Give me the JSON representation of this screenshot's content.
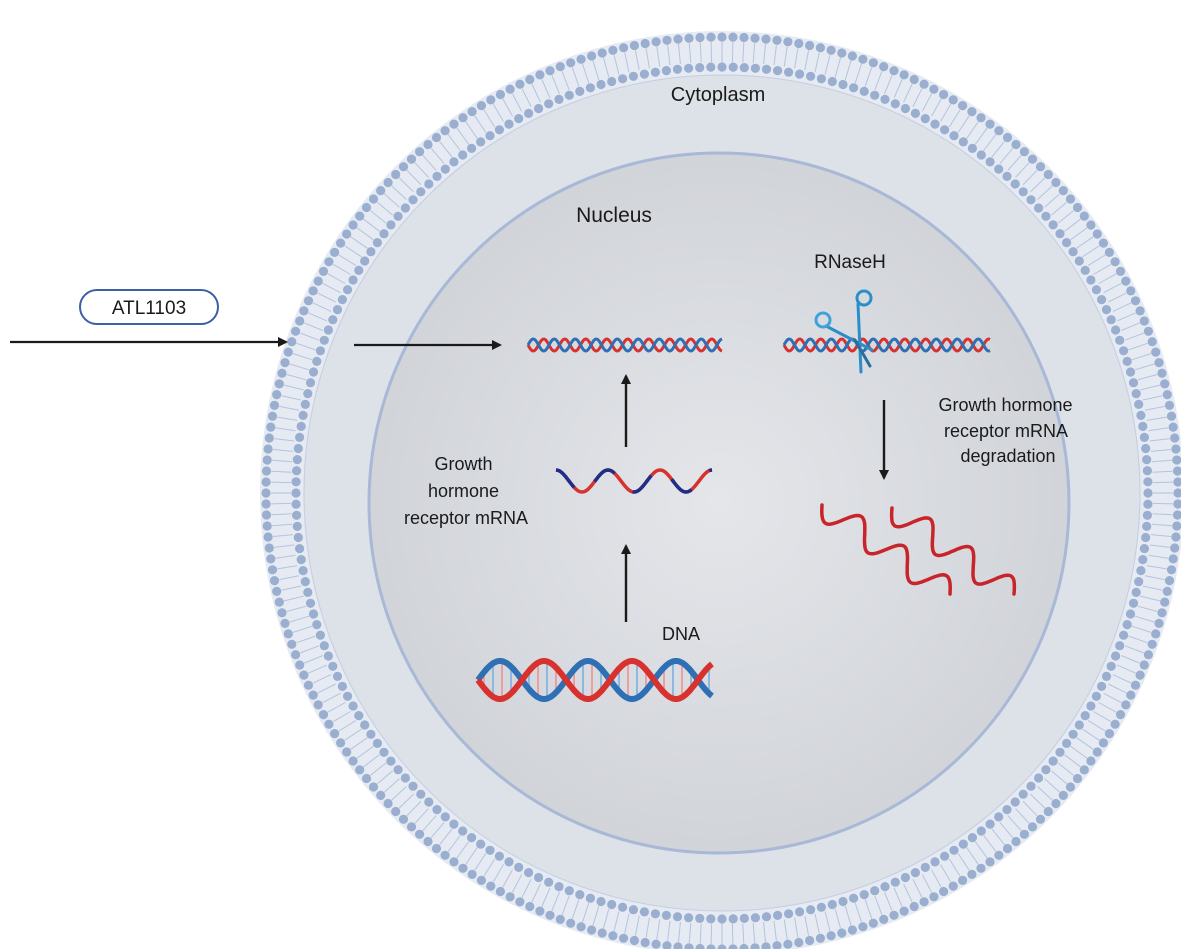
{
  "labels": {
    "cytoplasm": "Cytoplasm",
    "nucleus": "Nucleus",
    "drug": "ATL1103",
    "enzyme": "RNaseH",
    "mrna": [
      "Growth",
      "hormone",
      "receptor mRNA"
    ],
    "degradation": [
      "Growth hormone",
      "receptor mRNA",
      "degradation"
    ],
    "dna": "DNA"
  },
  "colors": {
    "membrane_dot": "#9aaed0",
    "membrane_fill": "#e2e7f1",
    "cytoplasm_fill": "#dde1e8",
    "nucleus_fill": "#d4d6da",
    "nucleus_border": "#a8b8d6",
    "strand_red": "#d8322f",
    "strand_blue": "#2f6fb3",
    "strand_navy": "#1e2f8a",
    "degraded_red": "#c8242a",
    "scissors": "#3ea3d8",
    "arrow": "#1a1a1a"
  },
  "icons": [
    "lipid-membrane-icon",
    "dna-double-helix-icon",
    "mrna-strand-icon",
    "rna-duplex-icon",
    "scissors-icon",
    "degraded-rna-icon"
  ]
}
